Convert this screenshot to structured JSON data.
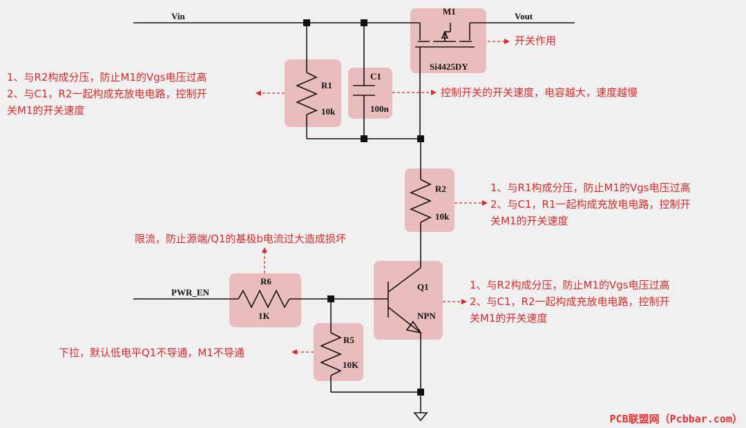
{
  "nets": {
    "vin": "Vin",
    "vout": "Vout",
    "pwr_en": "PWR_EN"
  },
  "components": {
    "m1": {
      "ref": "M1",
      "part": "Si4425DY"
    },
    "c1": {
      "ref": "C1",
      "value": "100n"
    },
    "r1": {
      "ref": "R1",
      "value": "10k"
    },
    "r2": {
      "ref": "R2",
      "value": "10k"
    },
    "q1": {
      "ref": "Q1",
      "type": "NPN"
    },
    "r6": {
      "ref": "R6",
      "value": "1K"
    },
    "r5": {
      "ref": "R5",
      "value": "10K"
    }
  },
  "annotations": {
    "m1": [
      "开关作用"
    ],
    "c1": [
      "控制开关的开关速度，电容越大，速度越慢"
    ],
    "r1": [
      "1、与R2构成分压，防止M1的Vgs电压过高",
      "2、与C1，R2一起构成充放电电路，控制开",
      "关M1的开关速度"
    ],
    "r2": [
      "1、与R1构成分压，防止M1的Vgs电压过高",
      "2、与C1，R1一起构成充放电电路，控制开",
      "关M1的开关速度"
    ],
    "q1": [
      "1、与R2构成分压，防止M1的Vgs电压过高",
      "2、与C1，R2一起构成充放电电路，控制开",
      "关M1的开关速度"
    ],
    "r6": [
      "限流，防止源端/Q1的基极b电流过大造成损坏"
    ],
    "r5": [
      "下拉，默认低电平Q1不导通，M1不导通"
    ]
  },
  "watermark": "PCB联盟网（Pcbbar.com）",
  "colors": {
    "annotation": "#d62a2a",
    "highlight": "#e8b4b4",
    "wire": "#111111",
    "background": "#f0f0f0"
  }
}
